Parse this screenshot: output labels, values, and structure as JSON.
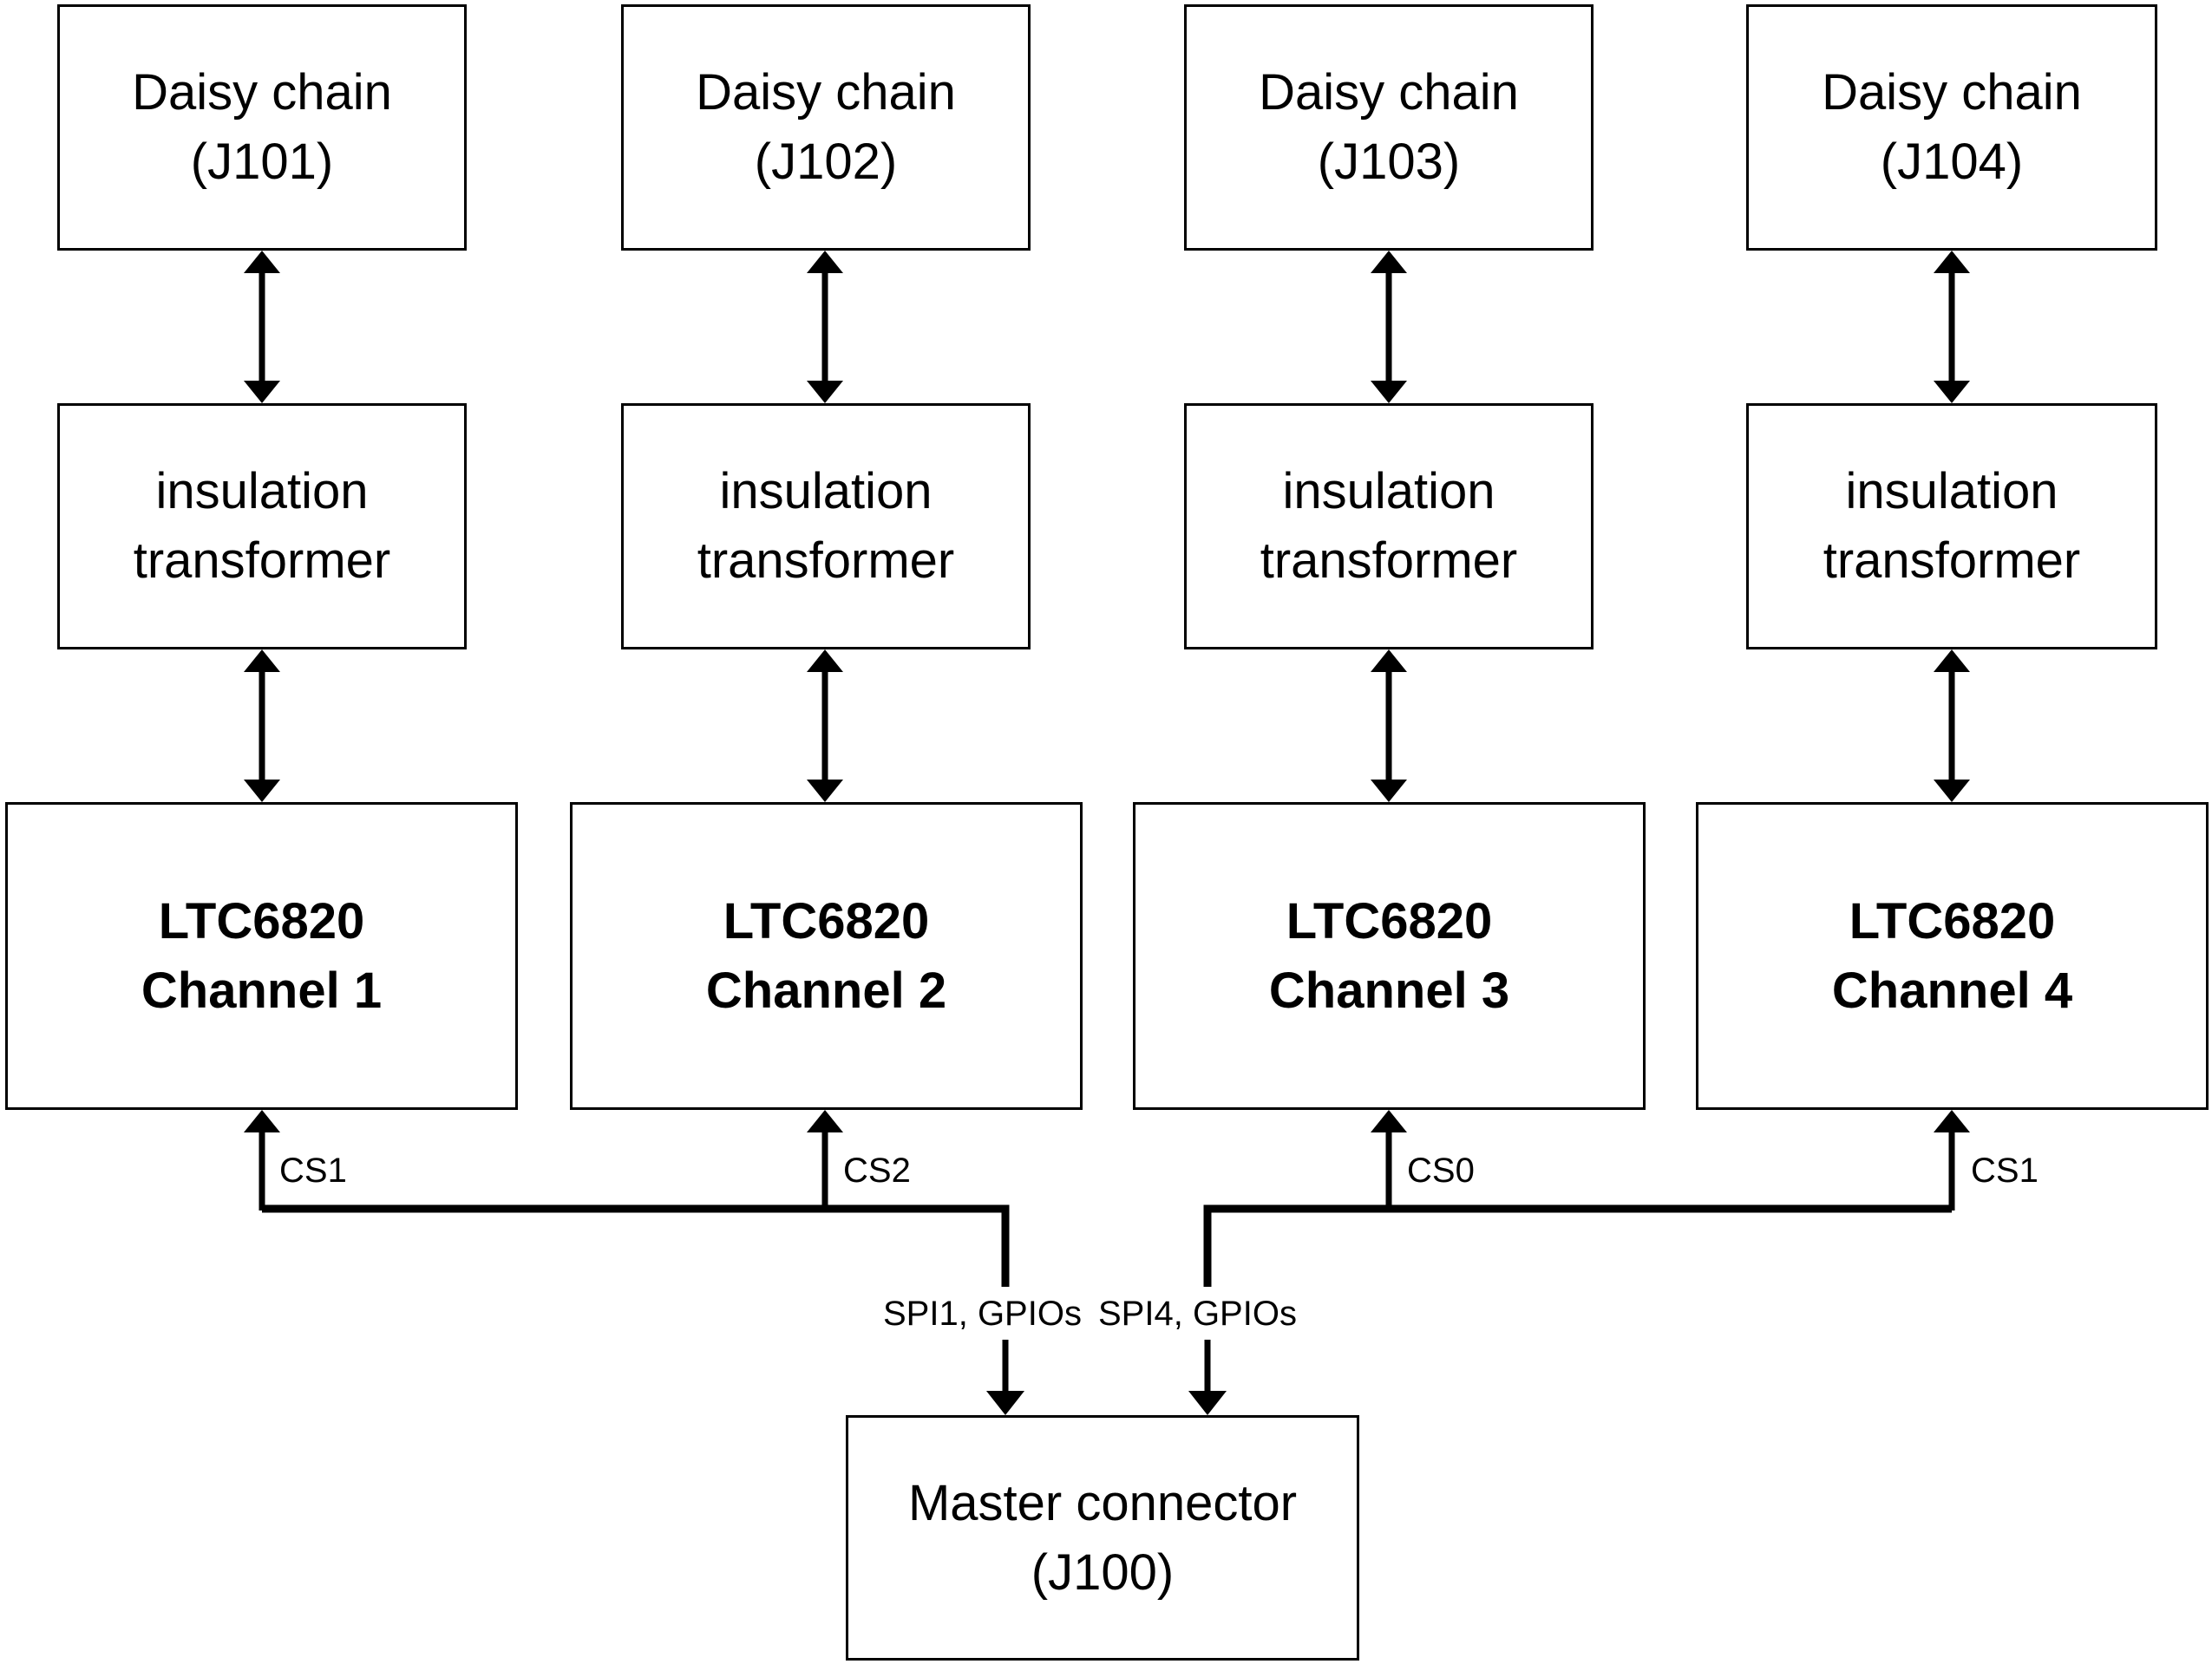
{
  "diagram": {
    "channels": [
      {
        "daisy_chain": {
          "line1": "Daisy chain",
          "line2": "(J101)"
        },
        "transformer": {
          "line1": "insulation",
          "line2": "transformer"
        },
        "ltc": {
          "line1": "LTC6820",
          "line2": "Channel 1"
        },
        "cs_label": "CS1"
      },
      {
        "daisy_chain": {
          "line1": "Daisy chain",
          "line2": "(J102)"
        },
        "transformer": {
          "line1": "insulation",
          "line2": "transformer"
        },
        "ltc": {
          "line1": "LTC6820",
          "line2": "Channel 2"
        },
        "cs_label": "CS2"
      },
      {
        "daisy_chain": {
          "line1": "Daisy chain",
          "line2": "(J103)"
        },
        "transformer": {
          "line1": "insulation",
          "line2": "transformer"
        },
        "ltc": {
          "line1": "LTC6820",
          "line2": "Channel 3"
        },
        "cs_label": "CS0"
      },
      {
        "daisy_chain": {
          "line1": "Daisy chain",
          "line2": "(J104)"
        },
        "transformer": {
          "line1": "insulation",
          "line2": "transformer"
        },
        "ltc": {
          "line1": "LTC6820",
          "line2": "Channel 4"
        },
        "cs_label": "CS1"
      }
    ],
    "buses": {
      "left": "SPI1, GPIOs",
      "right": "SPI4, GPIOs"
    },
    "master": {
      "line1": "Master connector",
      "line2": "(J100)"
    }
  }
}
